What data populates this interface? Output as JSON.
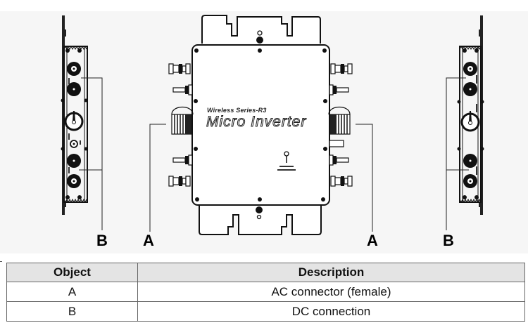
{
  "figure": {
    "device": {
      "brand_line": "Wireless Series-R3",
      "product_name": "Micro Inverter"
    },
    "callouts": [
      {
        "id": "B",
        "label": "B"
      },
      {
        "id": "A",
        "label": "A"
      },
      {
        "id": "A",
        "label": "A"
      },
      {
        "id": "B",
        "label": "B"
      }
    ],
    "colors": {
      "background": "#f6f6f6",
      "line": "#1a1a1a",
      "table_header": "#e4e4e4"
    }
  },
  "table": {
    "headers": [
      "Object",
      "Description"
    ],
    "rows": [
      {
        "object": "A",
        "description": "AC connector (female)"
      },
      {
        "object": "B",
        "description": "DC connection"
      }
    ]
  }
}
